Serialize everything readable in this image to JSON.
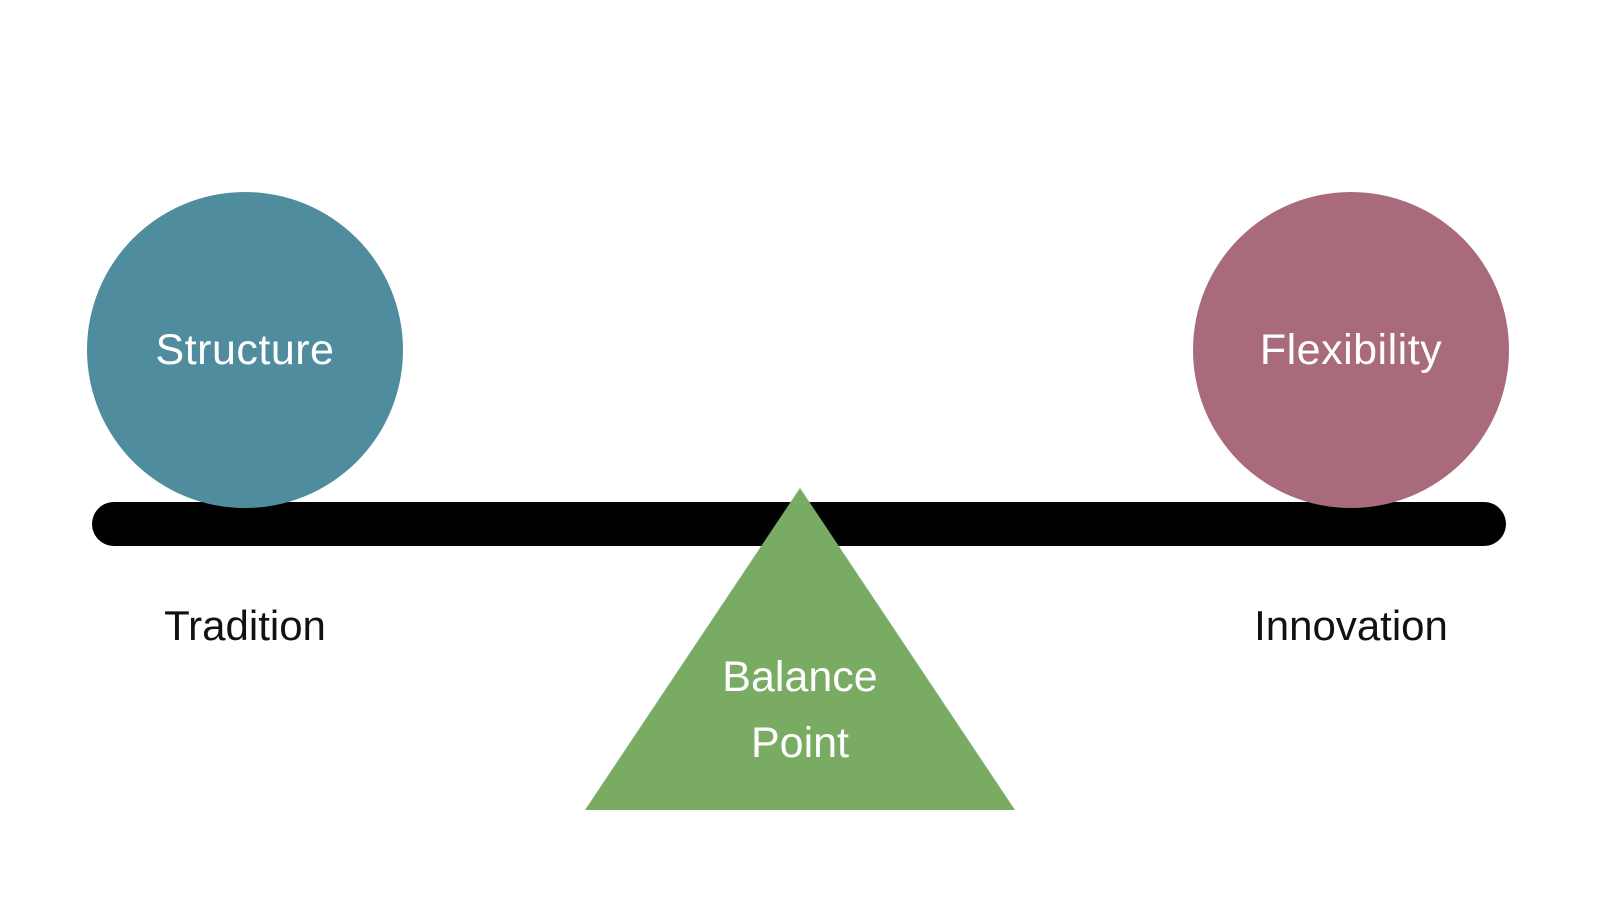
{
  "diagram": {
    "background_color": "#ffffff",
    "beam": {
      "color": "#000000"
    },
    "left_weight": {
      "label": "Structure",
      "color": "#4e8c9e",
      "text_color": "#ffffff"
    },
    "right_weight": {
      "label": "Flexibility",
      "color": "#a96b7b",
      "text_color": "#ffffff"
    },
    "fulcrum": {
      "label_line1": "Balance",
      "label_line2": "Point",
      "color": "#79ac62",
      "text_color": "#ffffff"
    },
    "left_caption": "Tradition",
    "right_caption": "Innovation"
  }
}
